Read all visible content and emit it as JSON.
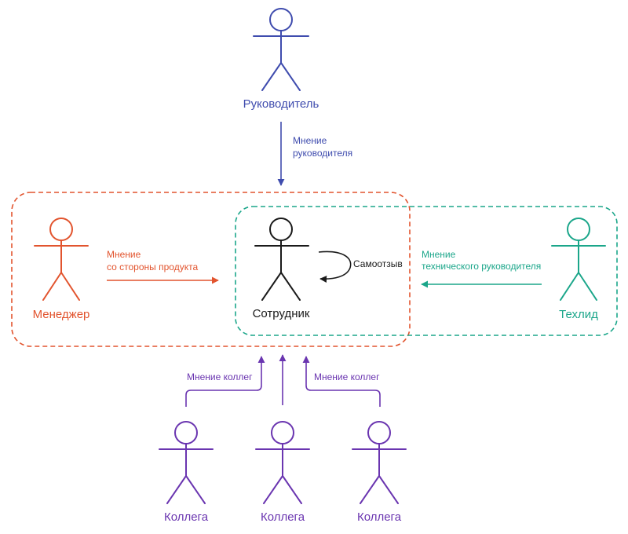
{
  "colors": {
    "lead": "#3f4cae",
    "product": "#e2542e",
    "employee": "#1a1a1a",
    "tech": "#1ba68a",
    "peers": "#6a35b0"
  },
  "actors": {
    "lead": "Руководитель",
    "manager": "Менеджер",
    "employee": "Сотрудник",
    "techlead": "Техлид",
    "colleagues": [
      "Коллега",
      "Коллега",
      "Коллега"
    ]
  },
  "feedback": {
    "lead": [
      "Мнение",
      "руководителя"
    ],
    "manager": [
      "Мнение",
      "со стороны продукта"
    ],
    "self": "Самоотзыв",
    "techlead": [
      "Мнение",
      "технического руководителя"
    ],
    "peers_left": "Мнение коллег",
    "peers_right": "Мнение коллег"
  }
}
